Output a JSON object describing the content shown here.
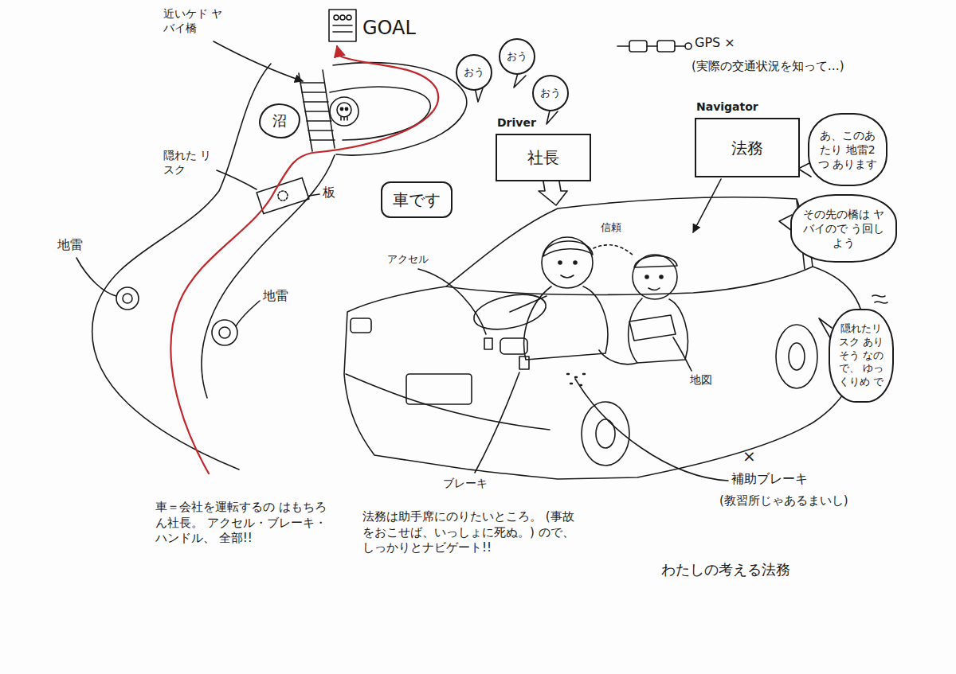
{
  "diagram": {
    "caption": "わたしの考える法務",
    "nodes": [
      {
        "text": [
          "沼"
        ]
      },
      {
        "text": [
          "おう"
        ]
      },
      {
        "text": [
          "おう"
        ]
      },
      {
        "text": [
          "おう"
        ]
      },
      {
        "text": [
          "Driver",
          "社長"
        ]
      },
      {
        "text": [
          "Navigator",
          "法務"
        ]
      },
      {
        "text": [
          "あ、このあたり 地雷2つ あります"
        ]
      },
      {
        "text": [
          "車です"
        ]
      },
      {
        "text": [
          "その先の橋は ヤバイので う回しよう"
        ]
      },
      {
        "text": [
          "隠れたリスク ありそう なので、 ゆっくりめ で"
        ]
      }
    ],
    "labels": [
      "GOAL",
      "近いケド ヤバイ橋",
      "GPS ×",
      "(実際の交通状況を知って…)",
      "隠れた リスク",
      "板",
      "地雷",
      "地雷",
      "信頼",
      "アクセル",
      "地図",
      "ブレーキ",
      "×",
      "補助ブレーキ",
      "(教習所じゃあるまいし)",
      "車＝会社を運転するの はもちろん社長。 アクセル・ブレーキ・ハンドル、 全部!!",
      "法務は助手席にのりたいところ。 (事故をおこせば、いっしょに死ぬ。) ので、しっかりとナビゲート!!"
    ]
  }
}
